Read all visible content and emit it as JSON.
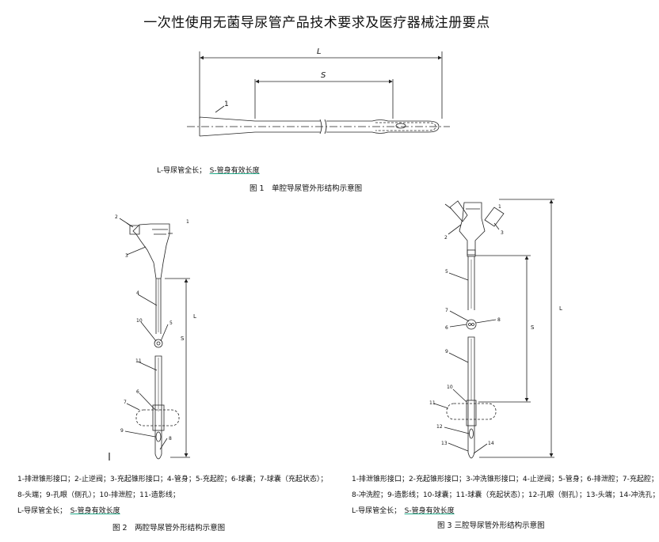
{
  "title": "一次性使用无菌导尿管产品技术要求及医疗器械注册要点",
  "fig1": {
    "label_L": "L",
    "label_S": "S",
    "label_1": "1",
    "legend_a": "L-导尿管全长；",
    "legend_b": "S-管身有效长度",
    "caption": "图 1　单腔导尿管外形结构示意图"
  },
  "fig2": {
    "labels": {
      "n1": "1",
      "n2": "2",
      "n3": "3",
      "n4": "4",
      "n5": "5",
      "n6": "6",
      "n7": "7",
      "n8": "8",
      "n9": "9",
      "n10": "10",
      "n11": "11",
      "L": "L",
      "S": "S"
    },
    "legend_line1": "1-排泄锥形接口；2-止逆阀；3-充起锥形接口；4-管身；5-充起腔；6-球囊；7-球囊（充起状态）；",
    "legend_line2": "8-头端；9-孔眼（侧孔）；10-排泄腔；11-造影线；",
    "legend_line3a": "L-导尿管全长；",
    "legend_line3b": "S-管身有效长度",
    "caption": "图 2　两腔导尿管外形结构示意图"
  },
  "fig3": {
    "labels": {
      "n1": "1",
      "n2": "2",
      "n3": "3",
      "n5": "5",
      "n6": "6",
      "n7": "7",
      "n8": "8",
      "n9": "9",
      "n10": "10",
      "n11": "11",
      "n12": "12",
      "n13": "13",
      "n14": "14",
      "L": "L",
      "S": "S"
    },
    "legend_line1": "1-排泄锥形接口；2-充起锥形接口；3-冲洗锥形接口；4-止逆阀；5-管身；6-排泄腔；7-充起腔；",
    "legend_line2": "8-冲洗腔；9-造影线；10-球囊；11-球囊（充起状态）；12-孔眼（侧孔）；13-头端；14-冲洗孔；",
    "legend_line3a": "L-导尿管全长；",
    "legend_line3b": "S-管身有效长度",
    "caption": "图 3 三腔导尿管外形结构示意图"
  }
}
